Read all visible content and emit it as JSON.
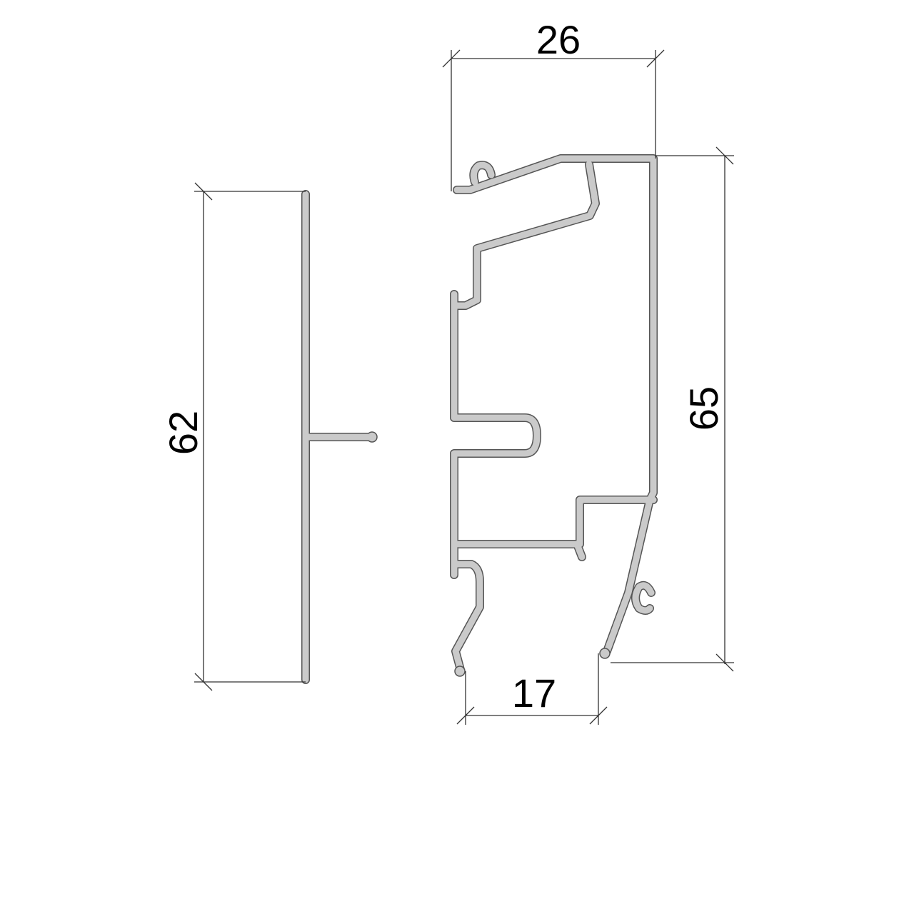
{
  "dimensions": {
    "top_width": "26",
    "right_height": "65",
    "left_height": "62",
    "bottom_opening": "17"
  },
  "colors": {
    "profile_fill": "#cacaca",
    "profile_outline": "#555555",
    "dimension_line": "#333333"
  }
}
